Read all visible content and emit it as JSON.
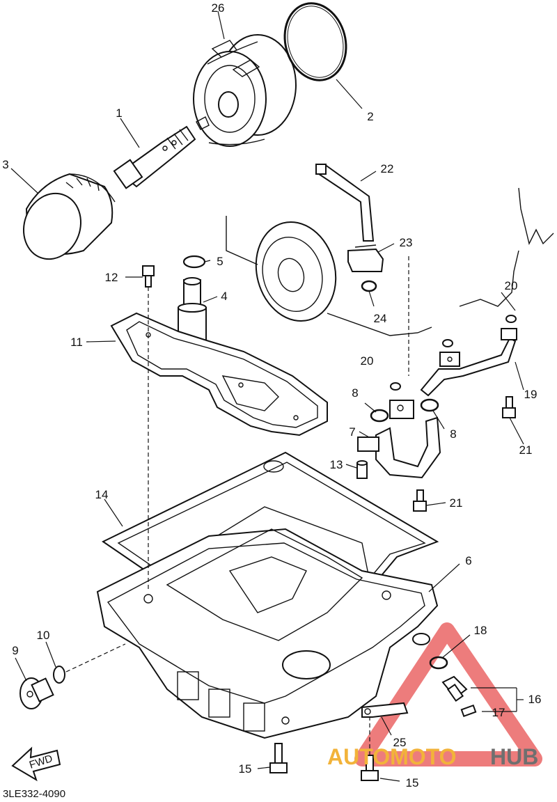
{
  "diagram_code": "3LE332-4090",
  "watermark": {
    "part1": "AUTOMOTO",
    "part2": "HUB",
    "accent": "#e64545",
    "orange": "#f2b33a",
    "grey": "#6f6f6f"
  },
  "fwd_label": "FWD",
  "callouts": {
    "c1": "1",
    "c2": "2",
    "c3": "3",
    "c4": "4",
    "c5": "5",
    "c6": "6",
    "c7": "7",
    "c8a": "8",
    "c8b": "8",
    "c9": "9",
    "c10": "10",
    "c11": "11",
    "c12": "12",
    "c13": "13",
    "c14": "14",
    "c15a": "15",
    "c15b": "15",
    "c16": "16",
    "c17": "17",
    "c18": "18",
    "c19": "19",
    "c20a": "20",
    "c20b": "20",
    "c21a": "21",
    "c21b": "21",
    "c22": "22",
    "c23": "23",
    "c24": "24",
    "c25": "25",
    "c26": "26"
  }
}
